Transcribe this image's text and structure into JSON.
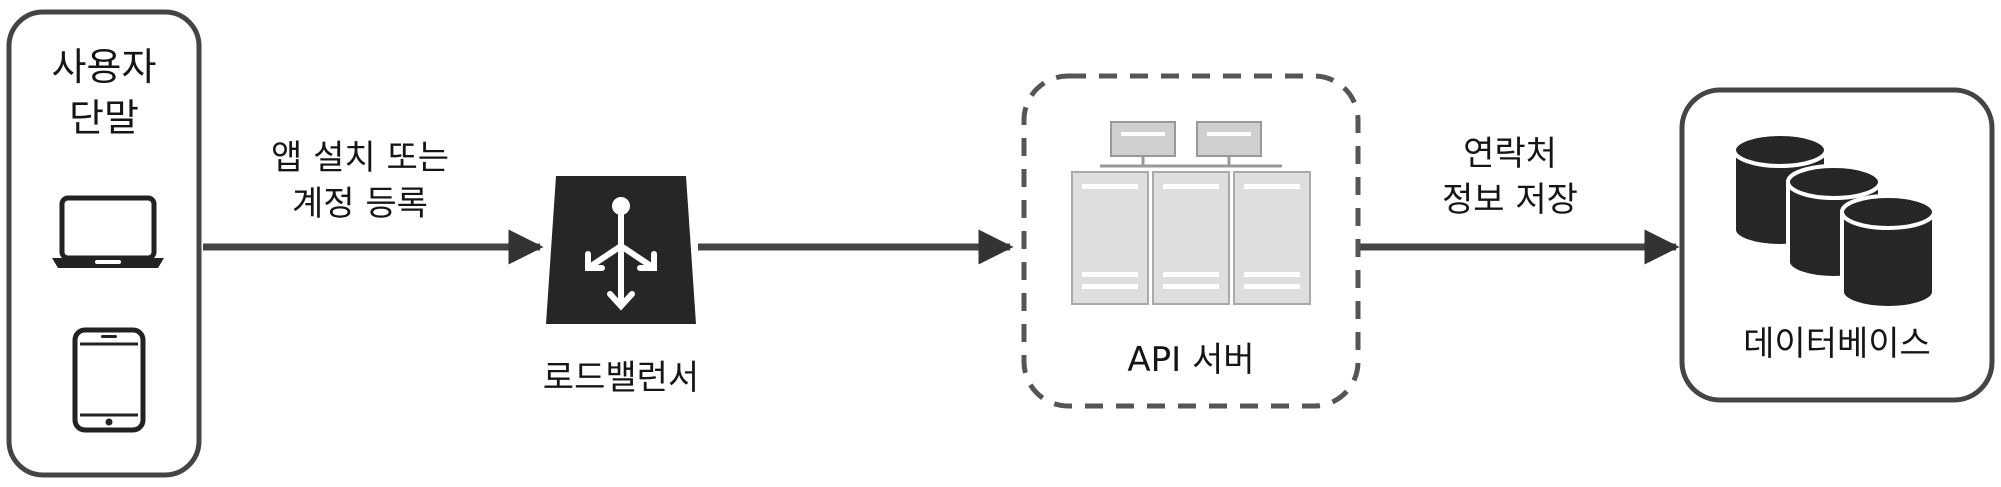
{
  "user_terminal": {
    "label_line1": "사용자",
    "label_line2": "단말"
  },
  "edge_user_to_lb": {
    "label_line1": "앱 설치 또는",
    "label_line2": "계정 등록"
  },
  "load_balancer": {
    "label": "로드밸런서"
  },
  "api_server": {
    "label": "API 서버"
  },
  "edge_api_to_db": {
    "label_line1": "연락처",
    "label_line2": "정보 저장"
  },
  "database": {
    "label": "데이터베이스"
  },
  "colors": {
    "stroke": "#3a3a3a",
    "fill_dark": "#262626",
    "fill_light": "#e4e4e4",
    "fill_mid": "#c8c8c8"
  }
}
